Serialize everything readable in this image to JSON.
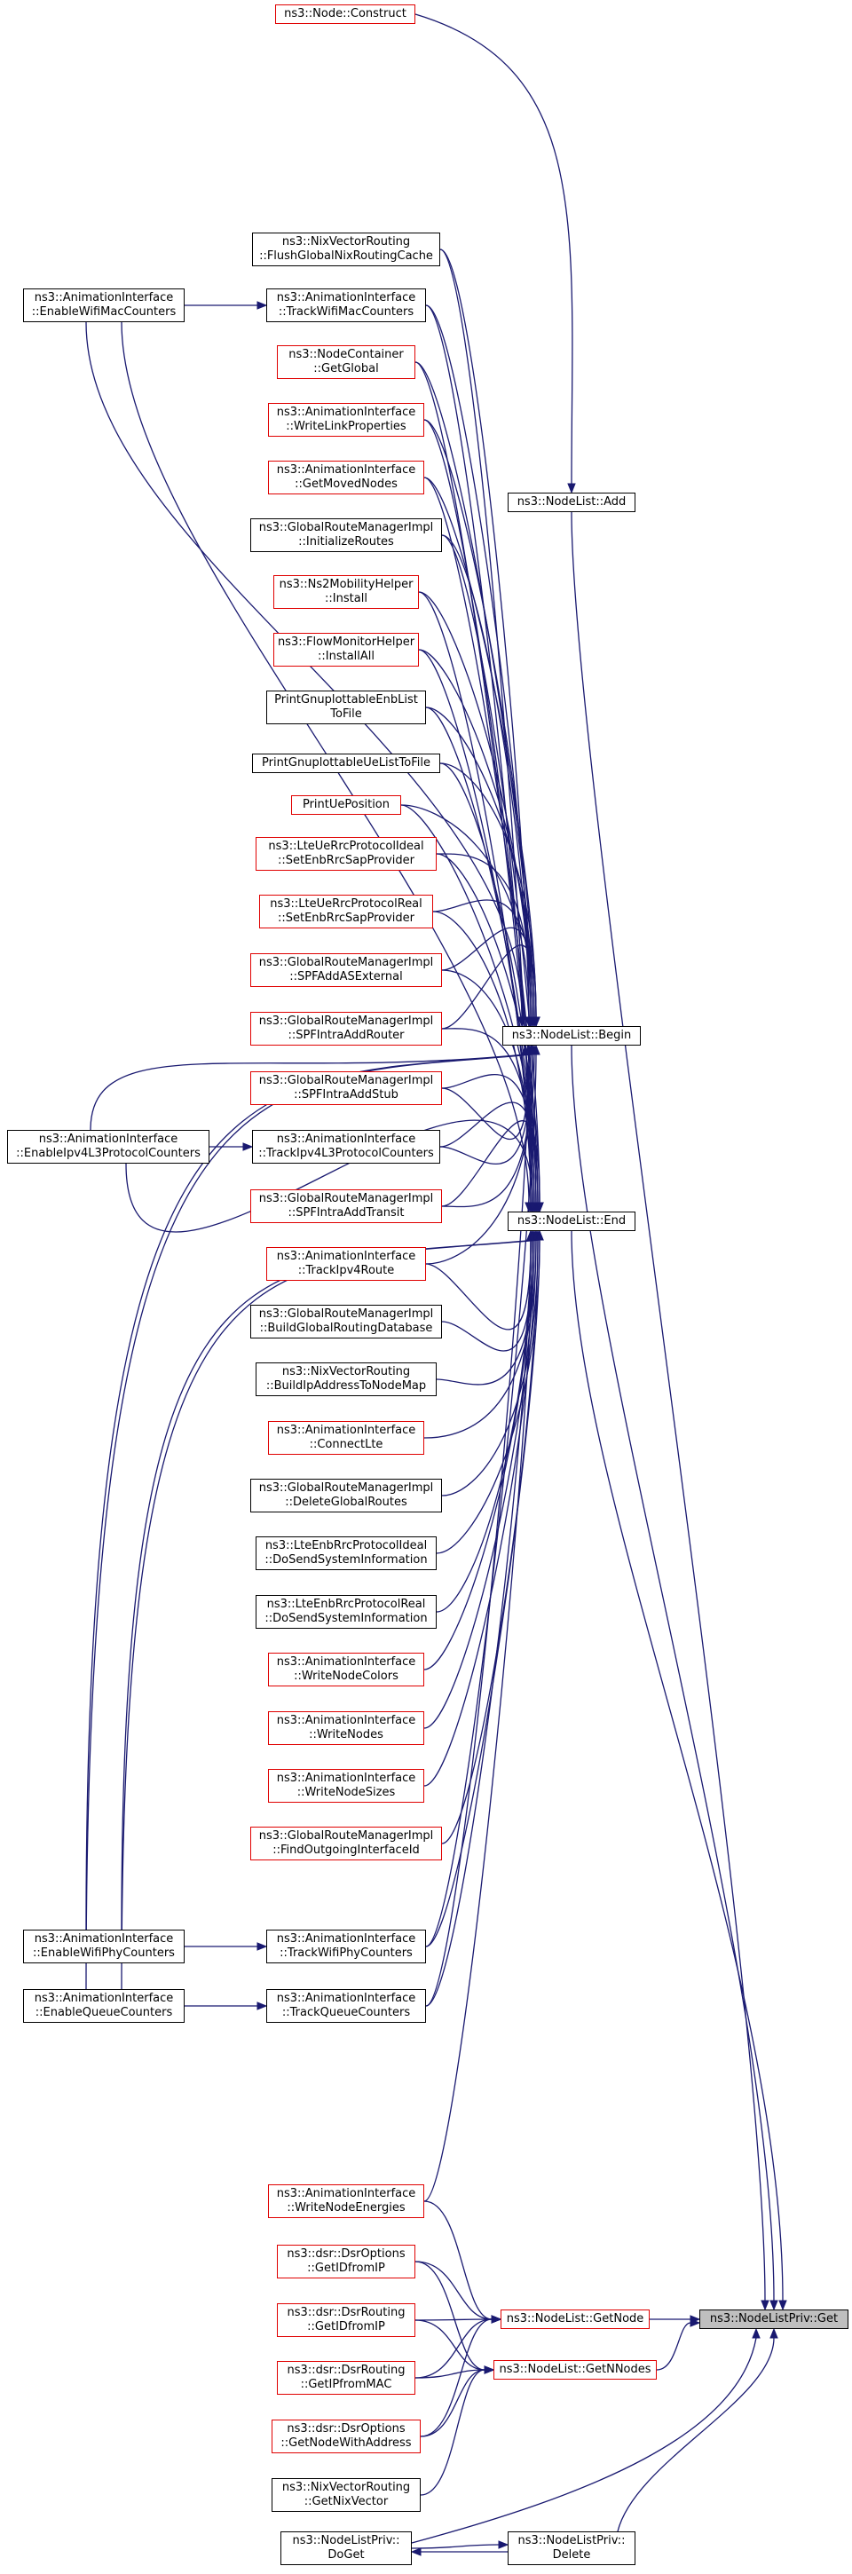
{
  "colors": {
    "edge": "#191970",
    "border_black": "#000000",
    "border_red": "#e00000",
    "target_fill": "#bfbfbf"
  },
  "nodes": {
    "node_construct": {
      "lines": [
        "ns3::Node::Construct"
      ],
      "border": "red"
    },
    "nix_flush": {
      "lines": [
        "ns3::NixVectorRouting",
        "::FlushGlobalNixRoutingCache"
      ],
      "border": "black"
    },
    "ai_enable_wifimac": {
      "lines": [
        "ns3::AnimationInterface",
        "::EnableWifiMacCounters"
      ],
      "border": "black"
    },
    "ai_track_wifimac": {
      "lines": [
        "ns3::AnimationInterface",
        "::TrackWifiMacCounters"
      ],
      "border": "black"
    },
    "nc_getglobal": {
      "lines": [
        "ns3::NodeContainer",
        "::GetGlobal"
      ],
      "border": "red"
    },
    "ai_writelinkprops": {
      "lines": [
        "ns3::AnimationInterface",
        "::WriteLinkProperties"
      ],
      "border": "red"
    },
    "ai_getmovednodes": {
      "lines": [
        "ns3::AnimationInterface",
        "::GetMovedNodes"
      ],
      "border": "red"
    },
    "nodelist_add": {
      "lines": [
        "ns3::NodeList::Add"
      ],
      "border": "black"
    },
    "grmi_initroutes": {
      "lines": [
        "ns3::GlobalRouteManagerImpl",
        "::InitializeRoutes"
      ],
      "border": "black"
    },
    "ns2_install": {
      "lines": [
        "ns3::Ns2MobilityHelper",
        "::Install"
      ],
      "border": "red"
    },
    "fm_installall": {
      "lines": [
        "ns3::FlowMonitorHelper",
        "::InstallAll"
      ],
      "border": "red"
    },
    "print_enblist": {
      "lines": [
        "PrintGnuplottableEnbList",
        "ToFile"
      ],
      "border": "black"
    },
    "print_uelist": {
      "lines": [
        "PrintGnuplottableUeListToFile"
      ],
      "border": "black"
    },
    "print_uepos": {
      "lines": [
        "PrintUePosition"
      ],
      "border": "red"
    },
    "lte_ue_ideal": {
      "lines": [
        "ns3::LteUeRrcProtocolIdeal",
        "::SetEnbRrcSapProvider"
      ],
      "border": "red"
    },
    "lte_ue_real": {
      "lines": [
        "ns3::LteUeRrcProtocolReal",
        "::SetEnbRrcSapProvider"
      ],
      "border": "red"
    },
    "grmi_spfaddas": {
      "lines": [
        "ns3::GlobalRouteManagerImpl",
        "::SPFAddASExternal"
      ],
      "border": "red"
    },
    "grmi_spfintrarouter": {
      "lines": [
        "ns3::GlobalRouteManagerImpl",
        "::SPFIntraAddRouter"
      ],
      "border": "red"
    },
    "nodelist_begin": {
      "lines": [
        "ns3::NodeList::Begin"
      ],
      "border": "black"
    },
    "grmi_spfintrastub": {
      "lines": [
        "ns3::GlobalRouteManagerImpl",
        "::SPFIntraAddStub"
      ],
      "border": "red"
    },
    "ai_enable_ipv4l3": {
      "lines": [
        "ns3::AnimationInterface",
        "::EnableIpv4L3ProtocolCounters"
      ],
      "border": "black"
    },
    "ai_track_ipv4l3": {
      "lines": [
        "ns3::AnimationInterface",
        "::TrackIpv4L3ProtocolCounters"
      ],
      "border": "black"
    },
    "grmi_spfintratransit": {
      "lines": [
        "ns3::GlobalRouteManagerImpl",
        "::SPFIntraAddTransit"
      ],
      "border": "red"
    },
    "ai_trackipv4route": {
      "lines": [
        "ns3::AnimationInterface",
        "::TrackIpv4Route"
      ],
      "border": "red"
    },
    "nodelist_end": {
      "lines": [
        "ns3::NodeList::End"
      ],
      "border": "black"
    },
    "grmi_buildglobal": {
      "lines": [
        "ns3::GlobalRouteManagerImpl",
        "::BuildGlobalRoutingDatabase"
      ],
      "border": "black"
    },
    "nix_buildip": {
      "lines": [
        "ns3::NixVectorRouting",
        "::BuildIpAddressToNodeMap"
      ],
      "border": "black"
    },
    "ai_connectlte": {
      "lines": [
        "ns3::AnimationInterface",
        "::ConnectLte"
      ],
      "border": "red"
    },
    "grmi_deleteglobal": {
      "lines": [
        "ns3::GlobalRouteManagerImpl",
        "::DeleteGlobalRoutes"
      ],
      "border": "black"
    },
    "lte_enb_ideal": {
      "lines": [
        "ns3::LteEnbRrcProtocolIdeal",
        "::DoSendSystemInformation"
      ],
      "border": "black"
    },
    "lte_enb_real": {
      "lines": [
        "ns3::LteEnbRrcProtocolReal",
        "::DoSendSystemInformation"
      ],
      "border": "black"
    },
    "ai_writenodecolors": {
      "lines": [
        "ns3::AnimationInterface",
        "::WriteNodeColors"
      ],
      "border": "red"
    },
    "ai_writenodes": {
      "lines": [
        "ns3::AnimationInterface",
        "::WriteNodes"
      ],
      "border": "red"
    },
    "ai_writenodesizes": {
      "lines": [
        "ns3::AnimationInterface",
        "::WriteNodeSizes"
      ],
      "border": "red"
    },
    "grmi_findoutgoing": {
      "lines": [
        "ns3::GlobalRouteManagerImpl",
        "::FindOutgoingInterfaceId"
      ],
      "border": "red"
    },
    "ai_enable_wifiphy": {
      "lines": [
        "ns3::AnimationInterface",
        "::EnableWifiPhyCounters"
      ],
      "border": "black"
    },
    "ai_track_wifiphy": {
      "lines": [
        "ns3::AnimationInterface",
        "::TrackWifiPhyCounters"
      ],
      "border": "black"
    },
    "ai_enable_queue": {
      "lines": [
        "ns3::AnimationInterface",
        "::EnableQueueCounters"
      ],
      "border": "black"
    },
    "ai_track_queue": {
      "lines": [
        "ns3::AnimationInterface",
        "::TrackQueueCounters"
      ],
      "border": "black"
    },
    "ai_writenodeenergies": {
      "lines": [
        "ns3::AnimationInterface",
        "::WriteNodeEnergies"
      ],
      "border": "red"
    },
    "dsr_opt_getid": {
      "lines": [
        "ns3::dsr::DsrOptions",
        "::GetIDfromIP"
      ],
      "border": "red"
    },
    "nodelist_getnode": {
      "lines": [
        "ns3::NodeList::GetNode"
      ],
      "border": "red"
    },
    "nodelistpriv_get": {
      "lines": [
        "ns3::NodeListPriv::Get"
      ],
      "border": "black"
    },
    "dsr_rt_getid": {
      "lines": [
        "ns3::dsr::DsrRouting",
        "::GetIDfromIP"
      ],
      "border": "red"
    },
    "dsr_rt_getip": {
      "lines": [
        "ns3::dsr::DsrRouting",
        "::GetIPfromMAC"
      ],
      "border": "red"
    },
    "nodelist_getnnodes": {
      "lines": [
        "ns3::NodeList::GetNNodes"
      ],
      "border": "red"
    },
    "dsr_opt_getnode": {
      "lines": [
        "ns3::dsr::DsrOptions",
        "::GetNodeWithAddress"
      ],
      "border": "red"
    },
    "nix_getnixvector": {
      "lines": [
        "ns3::NixVectorRouting",
        "::GetNixVector"
      ],
      "border": "black"
    },
    "nodelistpriv_doget": {
      "lines": [
        "ns3::NodeListPriv::",
        "DoGet"
      ],
      "border": "black"
    },
    "nodelistpriv_delete": {
      "lines": [
        "ns3::NodeListPriv::",
        "Delete"
      ],
      "border": "black"
    }
  }
}
